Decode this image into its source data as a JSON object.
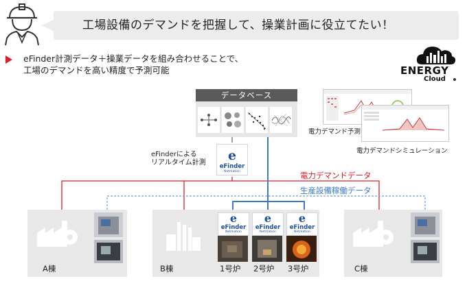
{
  "header": {
    "headline": "工場設備のデマンドを把握して、操業計画に役立てたい！"
  },
  "description": {
    "line1": "eFinder計測データ＋操業データを組み合わせることで、",
    "line2": "工場のデマンドを高い精度で予測可能"
  },
  "logo": {
    "energy": "ENERGY",
    "cloud": "Cloud"
  },
  "database": {
    "title": "データベース"
  },
  "screens": {
    "forecast_caption": "電力デマンド予測",
    "simulation_caption": "電力デマンドシミュレーション"
  },
  "efinder_hub": {
    "caption_line1": "eFinderによる",
    "caption_line2": "リアルタイム計測",
    "brand": "eFinder",
    "sub": "Netmation"
  },
  "lines": {
    "power_demand": "電力デマンドデータ",
    "production_ops": "生産設備稼働データ"
  },
  "buildings": {
    "a": "A棟",
    "b": "B棟",
    "c": "C棟"
  },
  "furnaces": [
    {
      "label": "1号炉",
      "brand": "eFinder",
      "sub": "Netmation"
    },
    {
      "label": "2号炉",
      "brand": "eFinder",
      "sub": "Netmation"
    },
    {
      "label": "3号炉",
      "brand": "eFinder",
      "sub": "Netmation"
    }
  ],
  "colors": {
    "red_line": "#d8202a",
    "blue_line": "#3b7ad0",
    "dashed_blue": "#6ea0e0",
    "db_header": "#5a5a5a",
    "building_bg": "#e8e8e8"
  }
}
